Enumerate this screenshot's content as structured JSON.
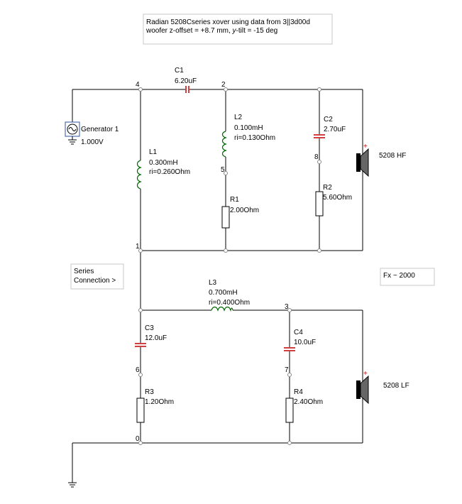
{
  "title_box": {
    "line1": "Radian 5208Cseries xover using data from 3||3d00d",
    "line2_prefix": "woofer z-offset = +8.7 mm,  ",
    "line2_y": "y",
    "line2_suffix": "-tilt = -15 deg"
  },
  "series_box": {
    "line1": "Series",
    "line2": "Connection >"
  },
  "fx_box": {
    "text": "Fx ~ 2000"
  },
  "generator": {
    "name": "Generator 1",
    "value": "1.000V"
  },
  "components": {
    "C1": {
      "name": "C1",
      "value": "6.20uF"
    },
    "L2": {
      "name": "L2",
      "value": "0.100mH",
      "ri": "ri=0.130Ohm"
    },
    "C2": {
      "name": "C2",
      "value": "2.70uF"
    },
    "L1": {
      "name": "L1",
      "value": "0.300mH",
      "ri": "ri=0.260Ohm"
    },
    "R1": {
      "name": "R1",
      "value": "2.00Ohm"
    },
    "R2": {
      "name": "R2",
      "value": "5.60Ohm"
    },
    "L3": {
      "name": "L3",
      "value": "0.700mH",
      "ri": "ri=0.400Ohm"
    },
    "C3": {
      "name": "C3",
      "value": "12.0uF"
    },
    "C4": {
      "name": "C4",
      "value": "10.0uF"
    },
    "R3": {
      "name": "R3",
      "value": "1.20Ohm"
    },
    "R4": {
      "name": "R4",
      "value": "2.40Ohm"
    }
  },
  "speakers": {
    "hf": {
      "name": "5208 HF",
      "polarity": "+"
    },
    "lf": {
      "name": "5208 LF",
      "polarity": "+"
    }
  },
  "nodes": {
    "n4": "4",
    "n2": "2",
    "n8": "8",
    "n5": "5",
    "n1": "1",
    "n3": "3",
    "n6": "6",
    "n7": "7",
    "n0": "0"
  },
  "colors": {
    "wire": "#000000",
    "capacitor_plate": "#c00000",
    "inductor": "#006600",
    "speaker_polarity": "#c00000",
    "box_border": "#c8c8c8"
  }
}
